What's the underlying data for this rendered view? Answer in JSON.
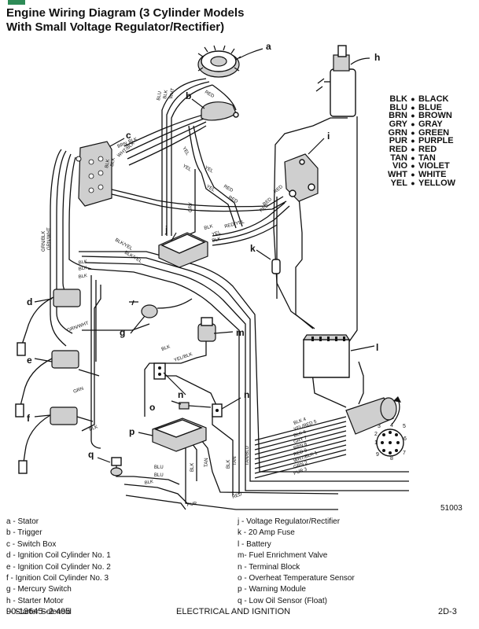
{
  "title": {
    "line1": "Engine Wiring Diagram (3 Cylinder Models",
    "line2": "With Small Voltage Regulator/Rectifier)"
  },
  "color_code_legend": [
    {
      "code": "BLK",
      "name": "BLACK"
    },
    {
      "code": "BLU",
      "name": "BLUE"
    },
    {
      "code": "BRN",
      "name": "BROWN"
    },
    {
      "code": "GRY",
      "name": "GRAY"
    },
    {
      "code": "GRN",
      "name": "GREEN"
    },
    {
      "code": "PUR",
      "name": "PURPLE"
    },
    {
      "code": "RED",
      "name": "RED"
    },
    {
      "code": "TAN",
      "name": "TAN"
    },
    {
      "code": "VIO",
      "name": "VIOLET"
    },
    {
      "code": "WHT",
      "name": "WHITE"
    },
    {
      "code": "YEL",
      "name": "YELLOW"
    }
  ],
  "callout_letters": [
    "a",
    "b",
    "c",
    "d",
    "e",
    "f",
    "g",
    "h",
    "i",
    "j",
    "k",
    "l",
    "m",
    "n",
    "n",
    "o",
    "p",
    "q"
  ],
  "wire_labels": [
    "BLU",
    "BLK",
    "WHT",
    "RED",
    "BLK",
    "BLK",
    "WHT/BLK",
    "BRN",
    "BLK",
    "GRY",
    "YEL",
    "YEL",
    "YEL",
    "YEL",
    "RED",
    "RED",
    "RED",
    "RED",
    "RED",
    "RED/YEL",
    "BLK",
    "YEL",
    "BLK",
    "GRN/BLK",
    "GRN/WHT",
    "BLK/YEL",
    "BLK/YEL",
    "BLK",
    "BLK",
    "BLK",
    "GRN/WHT",
    "GRN",
    "BLK",
    "YEL/BLK",
    "BLK",
    "TAN",
    "BLK",
    "BLU",
    "BLU",
    "BLK",
    "TAN",
    "BLK",
    "TAN/BLU",
    "PUR",
    "RED",
    "BLK 4",
    "YEL/RED 5",
    "BLK 6",
    "GRY 7",
    "BRN 8",
    "RED 9",
    "WHT/BLK 1",
    "GRN 2",
    "PUR 3"
  ],
  "plug_pins": [
    "1",
    "2",
    "3",
    "4",
    "5",
    "6",
    "7",
    "8",
    "9"
  ],
  "figure_number": "51003",
  "legend_left": [
    "a - Stator",
    "b - Trigger",
    "c - Switch Box",
    "d - Ignition Coil Cylinder No. 1",
    "e - Ignition Coil Cylinder No. 2",
    "f - Ignition Coil Cylinder No. 3",
    "g - Mercury Switch",
    "h - Starter Motor",
    "i - Starter Solenoid"
  ],
  "legend_right": [
    "j - Voltage Regulator/Rectifier",
    "k - 20 Amp Fuse",
    "l - Battery",
    "m- Fuel Enrichment Valve",
    "n - Terminal Block",
    "o - Overheat Temperature Sensor",
    "p - Warning Module",
    "q - Low Oil Sensor (Float)"
  ],
  "footer": {
    "left": "90-13645--2   495",
    "center": "ELECTRICAL AND IGNITION",
    "right": "2D-3"
  }
}
